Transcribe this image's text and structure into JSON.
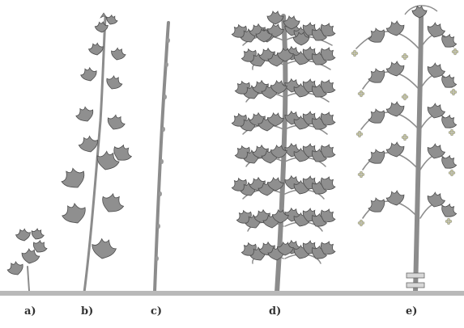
{
  "labels": {
    "a": "a)",
    "b": "b)",
    "c": "c)",
    "d": "d)",
    "e": "e)"
  },
  "colors": {
    "ground": "#b9b9b9",
    "stem": "#8c8c8c",
    "leaf_fill": "#8f8f8f",
    "leaf_stroke": "#4d4d4d",
    "flower": "#c8c8a0"
  }
}
